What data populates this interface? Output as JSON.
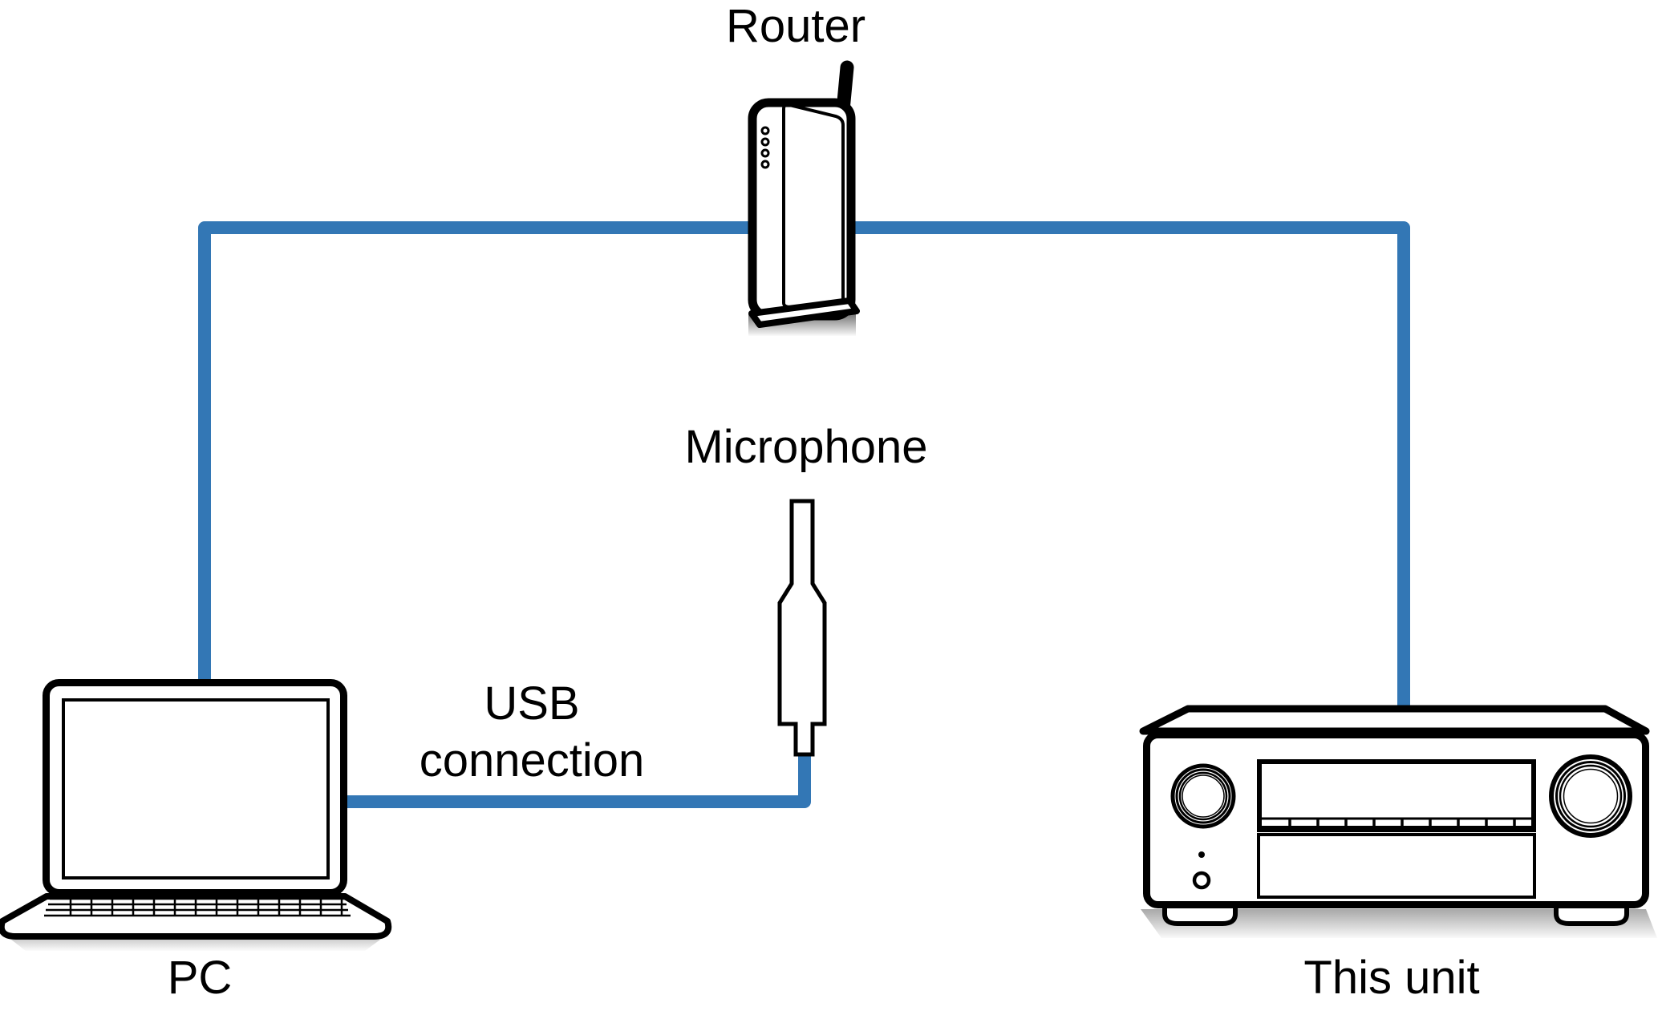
{
  "diagram": {
    "type": "device-connection-diagram",
    "labels": {
      "router": "Router",
      "microphone": "Microphone",
      "usb_connection_line1": "USB",
      "usb_connection_line2": "connection",
      "pc": "PC",
      "this_unit": "This unit"
    },
    "nodes": [
      {
        "id": "router",
        "label": "Router",
        "position": "top-center",
        "icon": "wireless-router"
      },
      {
        "id": "pc",
        "label": "PC",
        "position": "bottom-left",
        "icon": "laptop"
      },
      {
        "id": "microphone",
        "label": "Microphone",
        "position": "center",
        "icon": "usb-microphone"
      },
      {
        "id": "this-unit",
        "label": "This unit",
        "position": "bottom-right",
        "icon": "av-receiver"
      }
    ],
    "connections": [
      {
        "from": "pc",
        "to": "router",
        "style": "blue-cable",
        "label": ""
      },
      {
        "from": "router",
        "to": "this-unit",
        "style": "blue-cable",
        "label": ""
      },
      {
        "from": "microphone",
        "to": "pc",
        "style": "blue-cable",
        "label": "USB connection"
      }
    ],
    "colors": {
      "cable_blue": "#3377b5",
      "outline_black": "#000000",
      "background": "#ffffff",
      "shadow_gray": "#a8a8a8"
    }
  }
}
